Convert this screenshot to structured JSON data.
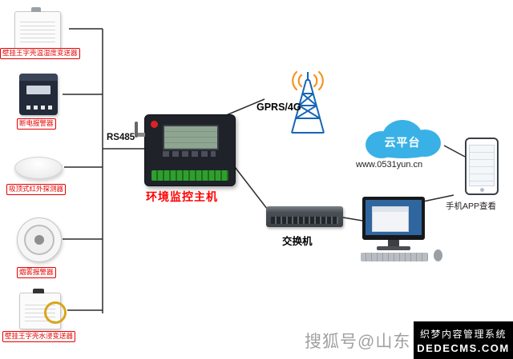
{
  "devices": [
    {
      "label": "壁挂王字壳温湿度变送器"
    },
    {
      "label": "断电报警器"
    },
    {
      "label": "吸顶式红外探测器"
    },
    {
      "label": "烟雾报警器"
    },
    {
      "label": "壁挂王字壳水浸变送器"
    }
  ],
  "bus": {
    "label": "RS485"
  },
  "host": {
    "label": "环境监控主机"
  },
  "gprs": {
    "label": "GPRS/4G"
  },
  "cloud": {
    "label": "云平台",
    "url": "www.0531yun.cn"
  },
  "phone": {
    "label": "手机APP查看"
  },
  "switch": {
    "label": "交换机"
  },
  "watermark": {
    "text": "搜狐号@山东"
  },
  "cms": {
    "line1": "织梦内容管理系统",
    "line2": "DEDECMS.COM"
  },
  "colors": {
    "accent_red": "#e60000",
    "cloud_blue": "#3ab1e6",
    "tower_blue": "#1566b7",
    "wave_orange": "#f7931e"
  }
}
